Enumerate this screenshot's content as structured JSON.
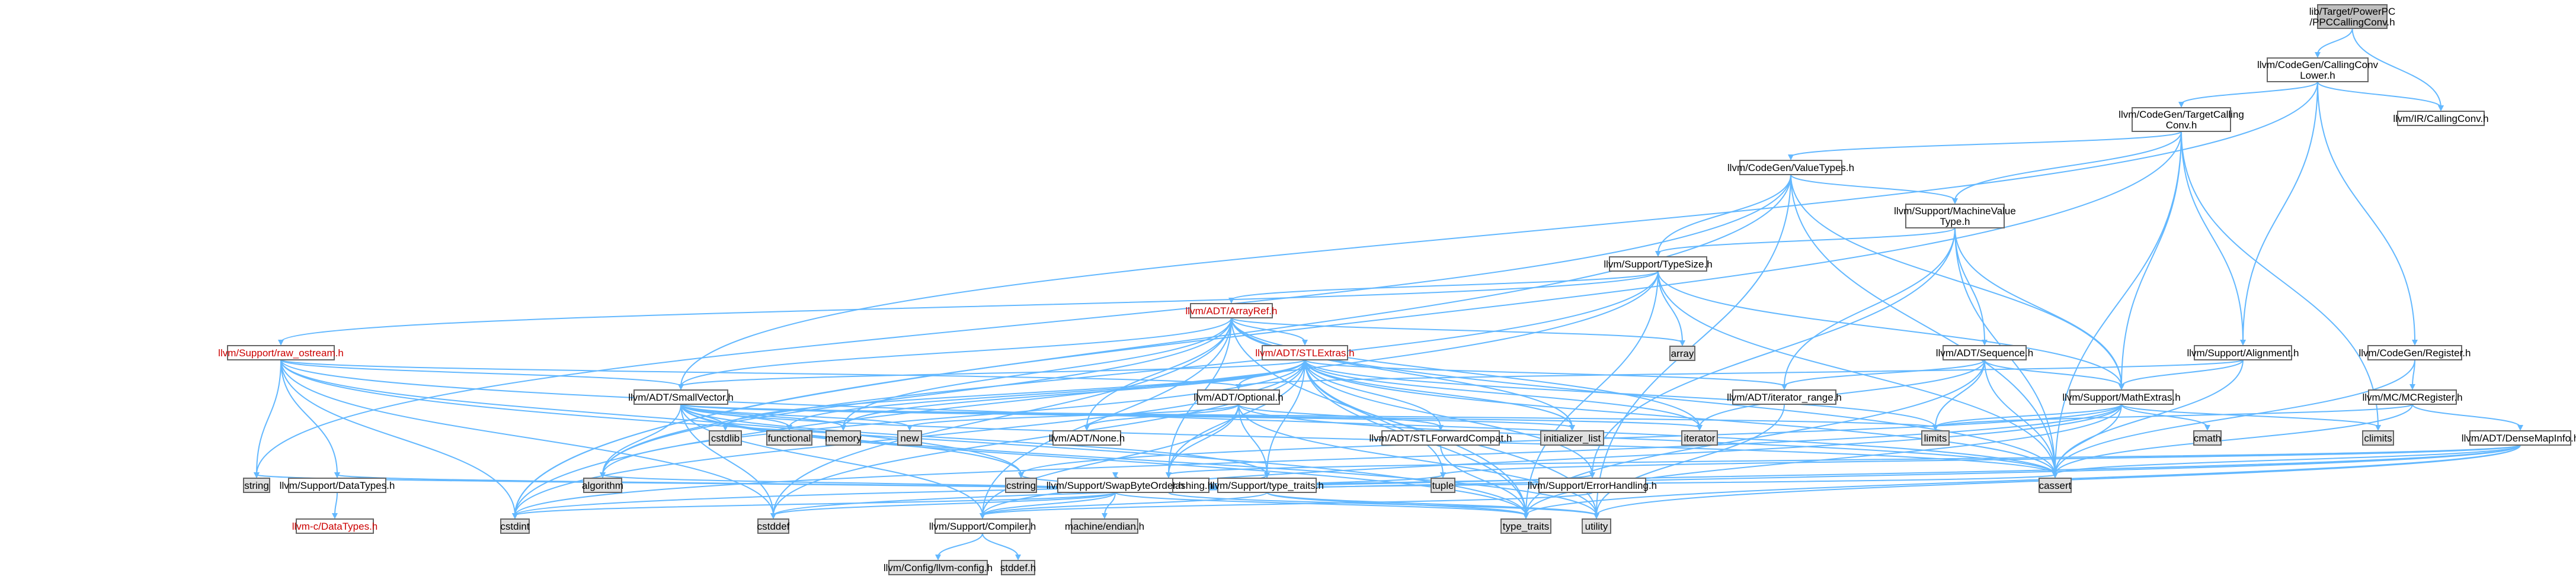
{
  "colors": {
    "edge": "#63b8ff",
    "node_fill": "#ffffff",
    "node_stroke": "#666666",
    "root_fill": "#bfbfbf",
    "system_fill": "#e0e0e0",
    "red_stroke": "#cc0000",
    "red_text": "#cc0000",
    "text": "#000000"
  },
  "nodes": [
    {
      "id": "root",
      "lines": [
        "lib/Target/PowerPC",
        "/PPCCallingConv.h"
      ],
      "style": "root"
    },
    {
      "id": "cclower",
      "lines": [
        "llvm/CodeGen/CallingConv",
        "Lower.h"
      ],
      "style": "normal"
    },
    {
      "id": "ircc",
      "lines": [
        "llvm/IR/CallingConv.h"
      ],
      "style": "normal"
    },
    {
      "id": "tcc",
      "lines": [
        "llvm/CodeGen/TargetCalling",
        "Conv.h"
      ],
      "style": "normal"
    },
    {
      "id": "vt",
      "lines": [
        "llvm/CodeGen/ValueTypes.h"
      ],
      "style": "normal"
    },
    {
      "id": "mvt",
      "lines": [
        "llvm/Support/MachineValue",
        "Type.h"
      ],
      "style": "normal"
    },
    {
      "id": "tsize",
      "lines": [
        "llvm/Support/TypeSize.h"
      ],
      "style": "normal"
    },
    {
      "id": "arrayref",
      "lines": [
        "llvm/ADT/ArrayRef.h"
      ],
      "style": "red"
    },
    {
      "id": "array",
      "lines": [
        "array"
      ],
      "style": "system"
    },
    {
      "id": "raw",
      "lines": [
        "llvm/Support/raw_ostream.h"
      ],
      "style": "red"
    },
    {
      "id": "stlextras",
      "lines": [
        "llvm/ADT/STLExtras.h"
      ],
      "style": "red"
    },
    {
      "id": "seq",
      "lines": [
        "llvm/ADT/Sequence.h"
      ],
      "style": "normal"
    },
    {
      "id": "align",
      "lines": [
        "llvm/Support/Alignment.h"
      ],
      "style": "normal"
    },
    {
      "id": "cgreg",
      "lines": [
        "llvm/CodeGen/Register.h"
      ],
      "style": "normal"
    },
    {
      "id": "smallvec",
      "lines": [
        "llvm/ADT/SmallVector.h"
      ],
      "style": "normal"
    },
    {
      "id": "optional",
      "lines": [
        "llvm/ADT/Optional.h"
      ],
      "style": "normal"
    },
    {
      "id": "itrange",
      "lines": [
        "llvm/ADT/iterator_range.h"
      ],
      "style": "normal"
    },
    {
      "id": "mathextras",
      "lines": [
        "llvm/Support/MathExtras.h"
      ],
      "style": "normal"
    },
    {
      "id": "mcreg",
      "lines": [
        "llvm/MC/MCRegister.h"
      ],
      "style": "normal"
    },
    {
      "id": "densemapinfo",
      "lines": [
        "llvm/ADT/DenseMapInfo.h"
      ],
      "style": "normal"
    },
    {
      "id": "cstdlib",
      "lines": [
        "cstdlib"
      ],
      "style": "system"
    },
    {
      "id": "functional",
      "lines": [
        "functional"
      ],
      "style": "system"
    },
    {
      "id": "memory",
      "lines": [
        "memory"
      ],
      "style": "system"
    },
    {
      "id": "new",
      "lines": [
        "new"
      ],
      "style": "system"
    },
    {
      "id": "none",
      "lines": [
        "llvm/ADT/None.h"
      ],
      "style": "normal"
    },
    {
      "id": "stlfc",
      "lines": [
        "llvm/ADT/STLForwardCompat.h"
      ],
      "style": "normal"
    },
    {
      "id": "initlist",
      "lines": [
        "initializer_list"
      ],
      "style": "system"
    },
    {
      "id": "iterator",
      "lines": [
        "iterator"
      ],
      "style": "system"
    },
    {
      "id": "limits",
      "lines": [
        "limits"
      ],
      "style": "system"
    },
    {
      "id": "cmath",
      "lines": [
        "cmath"
      ],
      "style": "system"
    },
    {
      "id": "climits",
      "lines": [
        "climits"
      ],
      "style": "system"
    },
    {
      "id": "hashing",
      "lines": [
        "llvm/ADT/Hashing.h"
      ],
      "style": "normal"
    },
    {
      "id": "string",
      "lines": [
        "string"
      ],
      "style": "system"
    },
    {
      "id": "datatypes",
      "lines": [
        "llvm/Support/DataTypes.h"
      ],
      "style": "normal"
    },
    {
      "id": "algorithm",
      "lines": [
        "algorithm"
      ],
      "style": "system"
    },
    {
      "id": "cstring",
      "lines": [
        "cstring"
      ],
      "style": "system"
    },
    {
      "id": "sbo",
      "lines": [
        "llvm/Support/SwapByteOrder.h"
      ],
      "style": "normal"
    },
    {
      "id": "typetraits",
      "lines": [
        "llvm/Support/type_traits.h"
      ],
      "style": "normal"
    },
    {
      "id": "tuple",
      "lines": [
        "tuple"
      ],
      "style": "system"
    },
    {
      "id": "errh",
      "lines": [
        "llvm/Support/ErrorHandling.h"
      ],
      "style": "normal"
    },
    {
      "id": "cassert",
      "lines": [
        "cassert"
      ],
      "style": "system"
    },
    {
      "id": "cdatatypes",
      "lines": [
        "llvm-c/DataTypes.h"
      ],
      "style": "red"
    },
    {
      "id": "cstdint",
      "lines": [
        "cstdint"
      ],
      "style": "system"
    },
    {
      "id": "cstddef",
      "lines": [
        "cstddef"
      ],
      "style": "system"
    },
    {
      "id": "machineendian",
      "lines": [
        "machine/endian.h"
      ],
      "style": "system"
    },
    {
      "id": "compiler",
      "lines": [
        "llvm/Support/Compiler.h"
      ],
      "style": "normal"
    },
    {
      "id": "std_type_traits",
      "lines": [
        "type_traits"
      ],
      "style": "system"
    },
    {
      "id": "utility",
      "lines": [
        "utility"
      ],
      "style": "system"
    },
    {
      "id": "llvmconfig",
      "lines": [
        "llvm/Config/llvm-config.h"
      ],
      "style": "system"
    },
    {
      "id": "stddef",
      "lines": [
        "stddef.h"
      ],
      "style": "system"
    }
  ],
  "edges": [
    [
      "root",
      "cclower"
    ],
    [
      "root",
      "ircc"
    ],
    [
      "cclower",
      "ircc"
    ],
    [
      "cclower",
      "tcc"
    ],
    [
      "cclower",
      "align"
    ],
    [
      "cclower",
      "cgreg"
    ],
    [
      "cclower",
      "smallvec"
    ],
    [
      "tcc",
      "vt"
    ],
    [
      "tcc",
      "mvt"
    ],
    [
      "tcc",
      "align"
    ],
    [
      "tcc",
      "mathextras"
    ],
    [
      "tcc",
      "climits"
    ],
    [
      "tcc",
      "cassert"
    ],
    [
      "tcc",
      "cstdint"
    ],
    [
      "vt",
      "mvt"
    ],
    [
      "vt",
      "tsize"
    ],
    [
      "vt",
      "mathextras"
    ],
    [
      "vt",
      "cassert"
    ],
    [
      "vt",
      "cstdint"
    ],
    [
      "vt",
      "string"
    ],
    [
      "vt",
      "utility"
    ],
    [
      "mvt",
      "tsize"
    ],
    [
      "mvt",
      "seq"
    ],
    [
      "mvt",
      "itrange"
    ],
    [
      "mvt",
      "mathextras"
    ],
    [
      "mvt",
      "errh"
    ],
    [
      "mvt",
      "cassert"
    ],
    [
      "tsize",
      "arrayref"
    ],
    [
      "tsize",
      "raw"
    ],
    [
      "tsize",
      "mathextras"
    ],
    [
      "tsize",
      "array"
    ],
    [
      "tsize",
      "cassert"
    ],
    [
      "tsize",
      "std_type_traits"
    ],
    [
      "tsize",
      "algorithm"
    ],
    [
      "tsize",
      "cstdint"
    ],
    [
      "arrayref",
      "stlextras"
    ],
    [
      "arrayref",
      "smallvec"
    ],
    [
      "arrayref",
      "hashing"
    ],
    [
      "arrayref",
      "none"
    ],
    [
      "arrayref",
      "compiler"
    ],
    [
      "arrayref",
      "algorithm"
    ],
    [
      "arrayref",
      "array"
    ],
    [
      "arrayref",
      "cassert"
    ],
    [
      "arrayref",
      "cstddef"
    ],
    [
      "arrayref",
      "initlist"
    ],
    [
      "arrayref",
      "iterator"
    ],
    [
      "arrayref",
      "memory"
    ],
    [
      "arrayref",
      "std_type_traits"
    ],
    [
      "arrayref",
      "vector_placeholder"
    ],
    [
      "raw",
      "datatypes"
    ],
    [
      "raw",
      "optional"
    ],
    [
      "raw",
      "cassert"
    ],
    [
      "raw",
      "cstddef"
    ],
    [
      "raw",
      "cstdint"
    ],
    [
      "raw",
      "cstring"
    ],
    [
      "raw",
      "string"
    ],
    [
      "raw",
      "std_type_traits"
    ],
    [
      "raw",
      "smallvec"
    ],
    [
      "stlextras",
      "smallvec"
    ],
    [
      "stlextras",
      "optional"
    ],
    [
      "stlextras",
      "stlfc"
    ],
    [
      "stlextras",
      "itrange"
    ],
    [
      "stlextras",
      "errh"
    ],
    [
      "stlextras",
      "hashing"
    ],
    [
      "stlextras",
      "algorithm"
    ],
    [
      "stlextras",
      "cassert"
    ],
    [
      "stlextras",
      "cstddef"
    ],
    [
      "stlextras",
      "cstdint"
    ],
    [
      "stlextras",
      "cstdlib"
    ],
    [
      "stlextras",
      "functional"
    ],
    [
      "stlextras",
      "initlist"
    ],
    [
      "stlextras",
      "iterator"
    ],
    [
      "stlextras",
      "limits"
    ],
    [
      "stlextras",
      "memory"
    ],
    [
      "stlextras",
      "tuple"
    ],
    [
      "stlextras",
      "std_type_traits"
    ],
    [
      "stlextras",
      "utility"
    ],
    [
      "stlextras",
      "typetraits"
    ],
    [
      "seq",
      "itrange"
    ],
    [
      "seq",
      "mathextras"
    ],
    [
      "seq",
      "cassert"
    ],
    [
      "seq",
      "iterator"
    ],
    [
      "seq",
      "limits"
    ],
    [
      "seq",
      "std_type_traits"
    ],
    [
      "align",
      "mathextras"
    ],
    [
      "align",
      "cassert"
    ],
    [
      "align",
      "optional"
    ],
    [
      "cgreg",
      "mcreg"
    ],
    [
      "cgreg",
      "cassert"
    ],
    [
      "smallvec",
      "compiler"
    ],
    [
      "smallvec",
      "typetraits"
    ],
    [
      "smallvec",
      "algorithm"
    ],
    [
      "smallvec",
      "cassert"
    ],
    [
      "smallvec",
      "cstddef"
    ],
    [
      "smallvec",
      "cstdlib"
    ],
    [
      "smallvec",
      "cstring"
    ],
    [
      "smallvec",
      "functional"
    ],
    [
      "smallvec",
      "initlist"
    ],
    [
      "smallvec",
      "iterator"
    ],
    [
      "smallvec",
      "limits"
    ],
    [
      "smallvec",
      "memory"
    ],
    [
      "smallvec",
      "new"
    ],
    [
      "smallvec",
      "std_type_traits"
    ],
    [
      "smallvec",
      "utility"
    ],
    [
      "optional",
      "hashing"
    ],
    [
      "optional",
      "none"
    ],
    [
      "optional",
      "stlfc"
    ],
    [
      "optional",
      "compiler"
    ],
    [
      "optional",
      "typetraits"
    ],
    [
      "optional",
      "cassert"
    ],
    [
      "optional",
      "new"
    ],
    [
      "optional",
      "utility"
    ],
    [
      "itrange",
      "utility"
    ],
    [
      "mathextras",
      "compiler"
    ],
    [
      "mathextras",
      "cassert"
    ],
    [
      "mathextras",
      "climits"
    ],
    [
      "mathextras",
      "cmath"
    ],
    [
      "mathextras",
      "cstdint"
    ],
    [
      "mathextras",
      "cstring"
    ],
    [
      "mathextras",
      "limits"
    ],
    [
      "mathextras",
      "std_type_traits"
    ],
    [
      "mcreg",
      "densemapinfo"
    ],
    [
      "mcreg",
      "limits"
    ],
    [
      "mcreg",
      "cassert"
    ],
    [
      "densemapinfo",
      "hashing"
    ],
    [
      "densemapinfo",
      "cassert"
    ],
    [
      "densemapinfo",
      "cstddef"
    ],
    [
      "densemapinfo",
      "cstdint"
    ],
    [
      "densemapinfo",
      "tuple"
    ],
    [
      "densemapinfo",
      "std_type_traits"
    ],
    [
      "densemapinfo",
      "utility"
    ],
    [
      "stlfc",
      "std_type_traits"
    ],
    [
      "hashing",
      "errh"
    ],
    [
      "hashing",
      "sbo"
    ],
    [
      "hashing",
      "typetraits"
    ],
    [
      "hashing",
      "algorithm"
    ],
    [
      "hashing",
      "cassert"
    ],
    [
      "hashing",
      "cstring"
    ],
    [
      "hashing",
      "string"
    ],
    [
      "hashing",
      "tuple"
    ],
    [
      "hashing",
      "utility"
    ],
    [
      "hashing",
      "datatypes"
    ],
    [
      "datatypes",
      "cdatatypes"
    ],
    [
      "sbo",
      "compiler"
    ],
    [
      "sbo",
      "cstddef"
    ],
    [
      "sbo",
      "cstdint"
    ],
    [
      "sbo",
      "std_type_traits"
    ],
    [
      "sbo",
      "machineendian"
    ],
    [
      "typetraits",
      "compiler"
    ],
    [
      "typetraits",
      "std_type_traits"
    ],
    [
      "typetraits",
      "utility"
    ],
    [
      "errh",
      "compiler"
    ],
    [
      "compiler",
      "llvmconfig"
    ],
    [
      "compiler",
      "stddef"
    ]
  ]
}
